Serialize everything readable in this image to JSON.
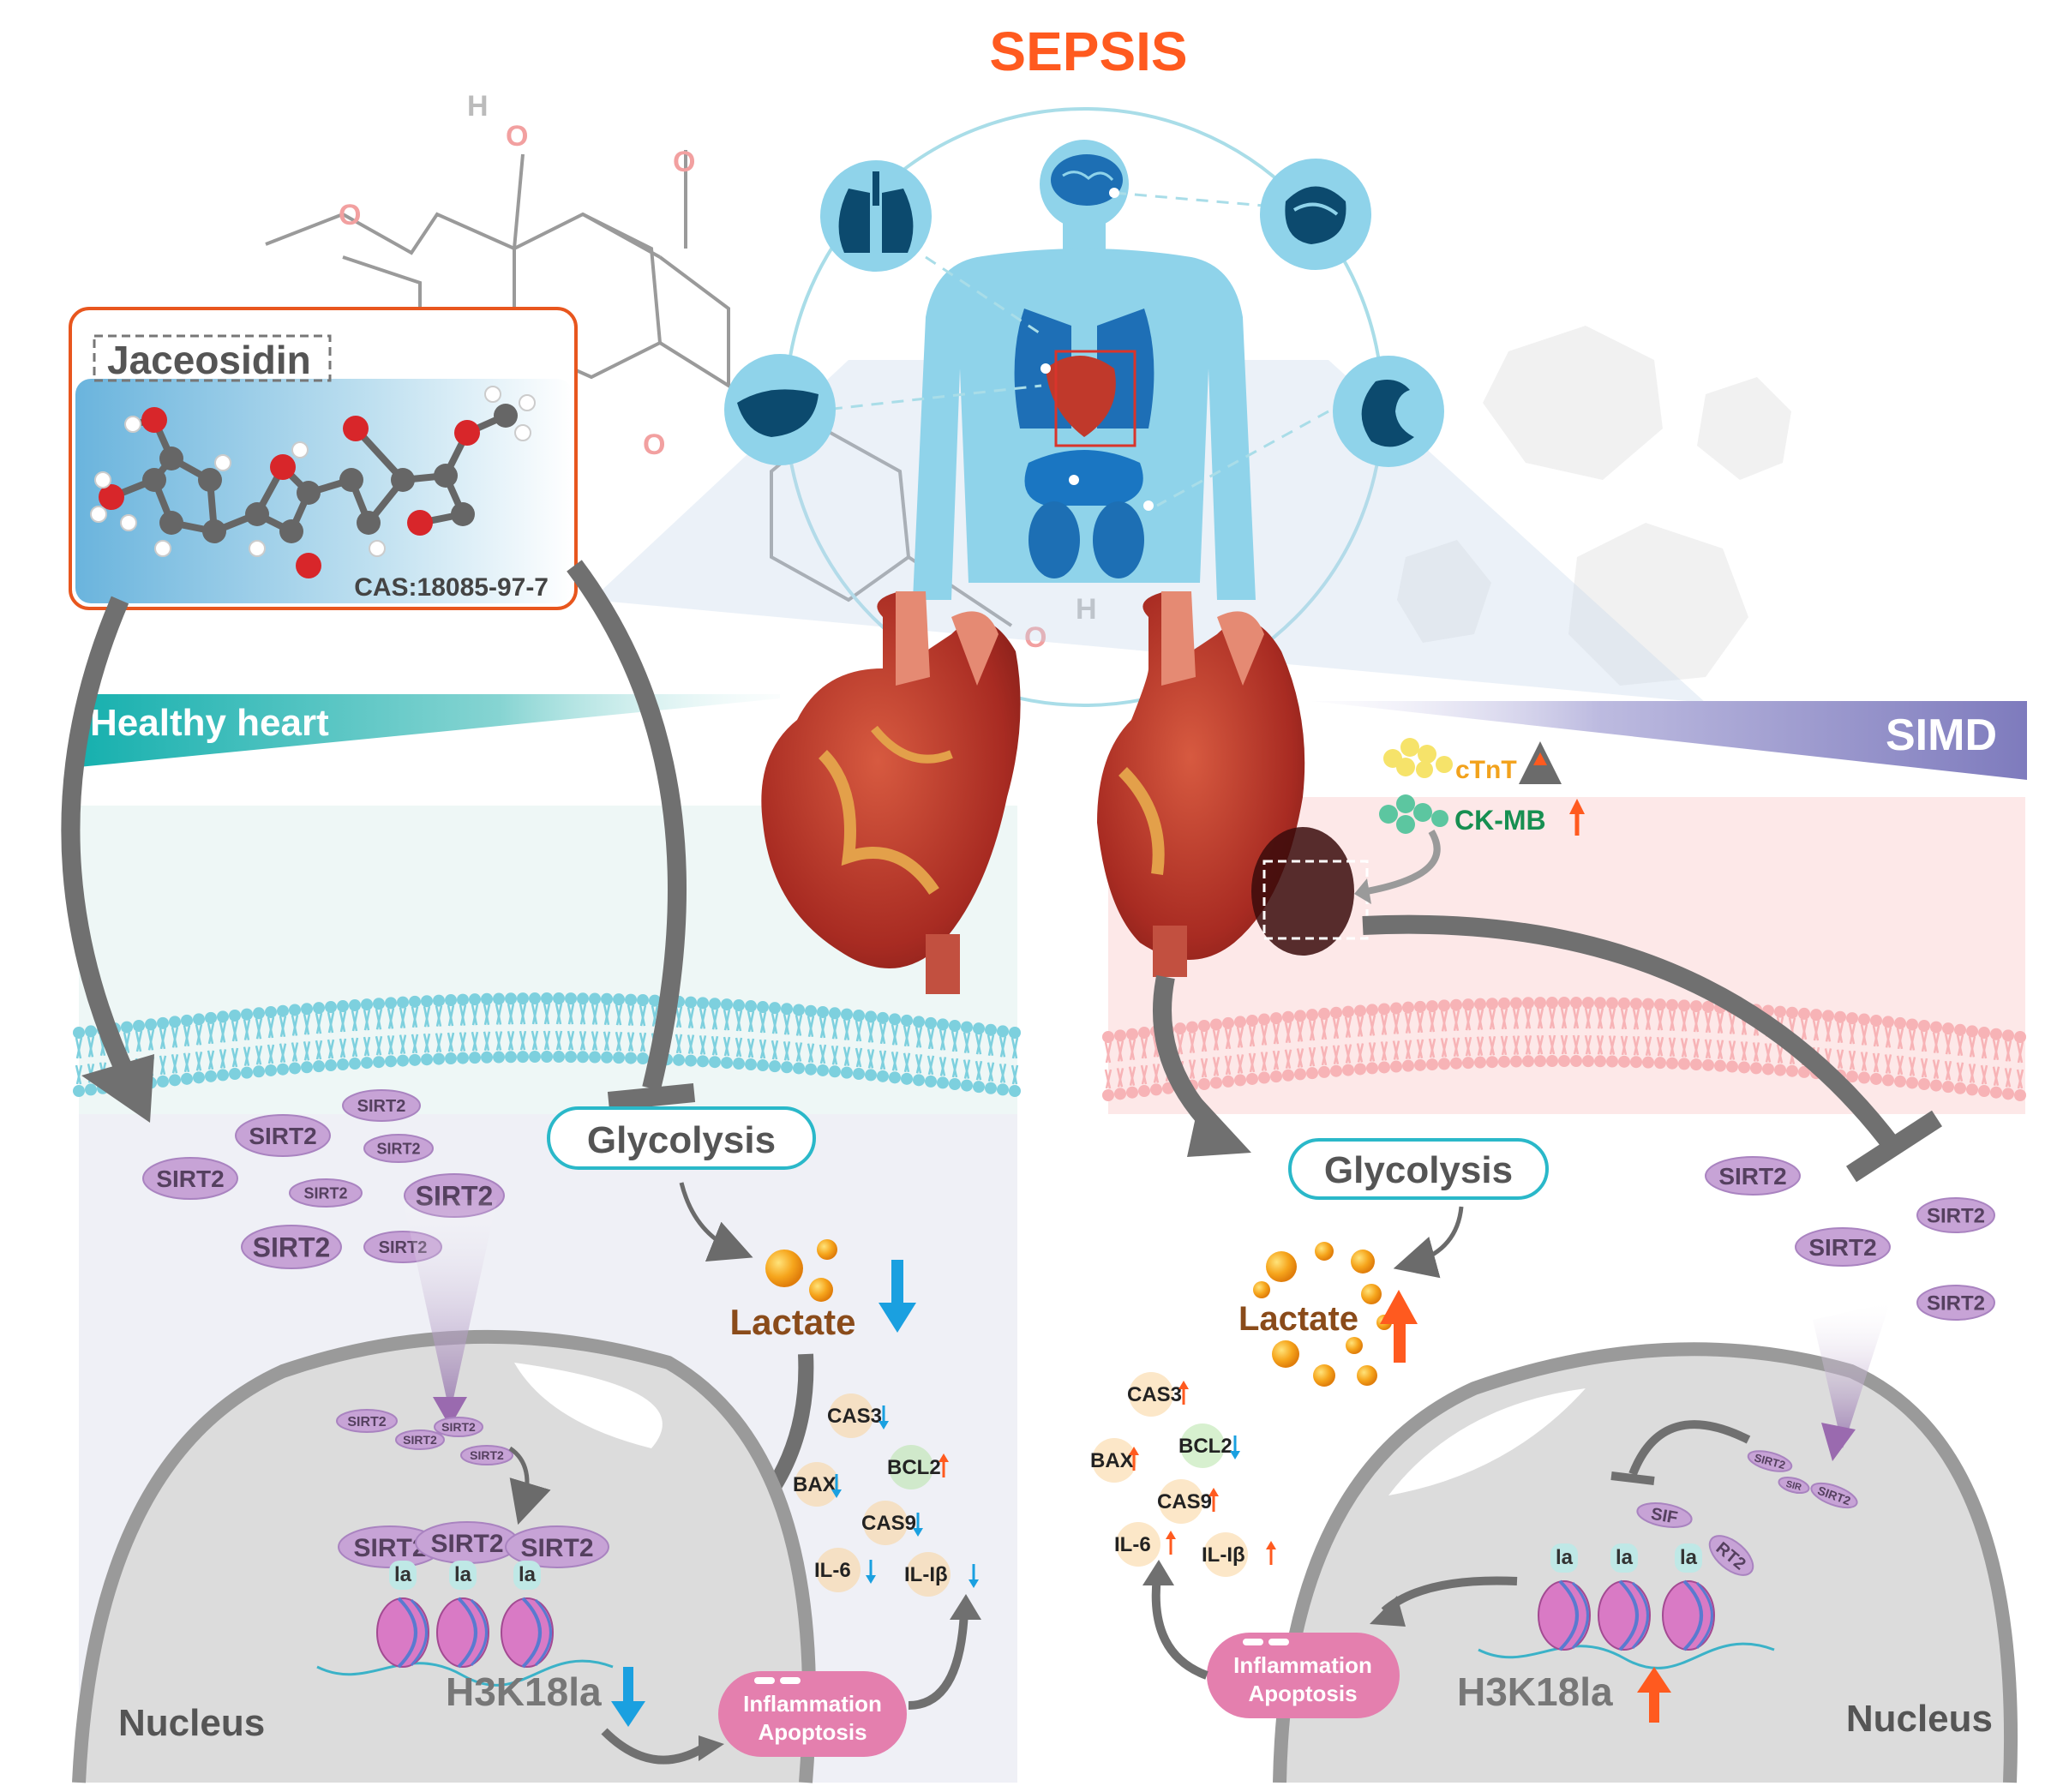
{
  "title": "SEPSIS",
  "compound": {
    "name": "Jaceosidin",
    "cas": "CAS:18085-97-7"
  },
  "left": {
    "banner": "Healthy heart",
    "glycolysis": "Glycolysis",
    "lactate": "Lactate",
    "nucleus": "Nucleus",
    "histone_mark": "H3K18la",
    "outcome_line1": "Inflammation",
    "outcome_line2": "Apoptosis",
    "sirt_label": "SIRT2",
    "la_label": "la",
    "markers": [
      "CAS3",
      "BCL2",
      "BAX",
      "CAS9",
      "IL-6",
      "IL-Iβ"
    ]
  },
  "right": {
    "banner": "SIMD",
    "biomarkers": [
      "cTnT",
      "CK-MB"
    ],
    "glycolysis": "Glycolysis",
    "lactate": "Lactate",
    "nucleus": "Nucleus",
    "histone_mark": "H3K18la",
    "outcome_line1": "Inflammation",
    "outcome_line2": "Apoptosis",
    "sirt_label": "SIRT2",
    "sirt_partial_1": "SIR",
    "sirt_partial_2": "SIF",
    "sirt_partial_3": "RT2",
    "la_label": "la",
    "markers": [
      "CAS3",
      "BAX",
      "BCL2",
      "CAS9",
      "IL-6",
      "IL-Iβ"
    ]
  },
  "colors": {
    "title": "#ff5a1f",
    "teal": "#19b5b5",
    "purple": "#8e8ac4",
    "up": "#ff5a1f",
    "down": "#1aa0e0",
    "sirt": "#c7a3d6"
  }
}
